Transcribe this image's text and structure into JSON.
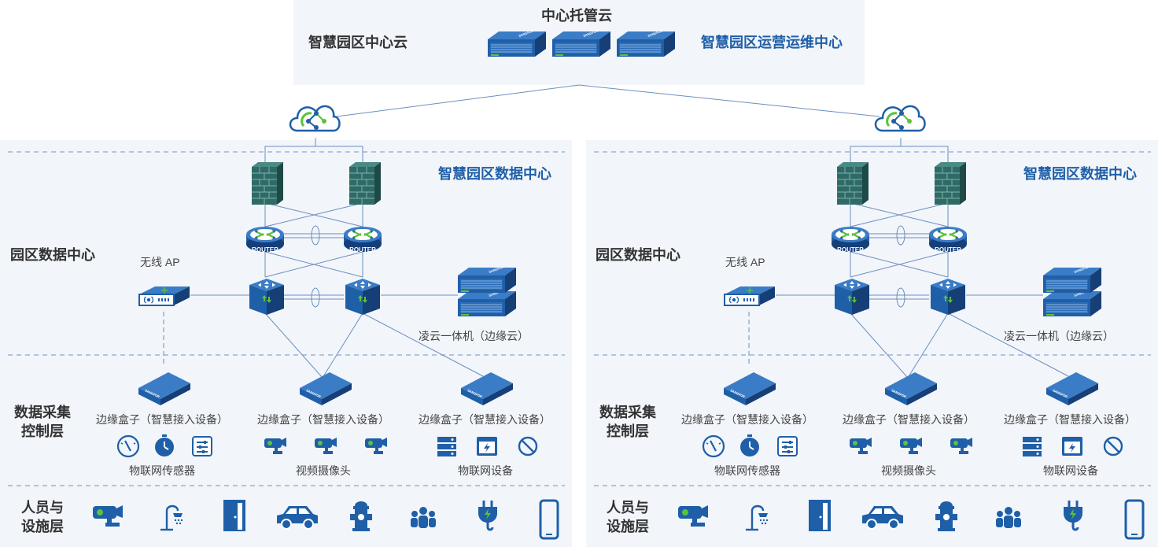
{
  "cloud": {
    "title": "中心托管云",
    "left_label": "智慧园区中心云",
    "right_label": "智慧园区运营运维中心"
  },
  "colors": {
    "panel_bg": "#f2f5fa",
    "dashed": "#9cb4d6",
    "device_blue": "#1f5fa8",
    "device_dark": "#163f78",
    "firewall_green": "#2f6a66",
    "accent_green": "#5cc23a",
    "line": "#6b8fbf"
  },
  "campus_left": {
    "dc_title": "智慧园区数据中心",
    "layer_dc": "园区数据中心",
    "ap_label": "无线 AP",
    "router_text": "ROUTER",
    "router_text_2": "ROUTER",
    "edge_cloud_label": "凌云一体机（边缘云）",
    "layer_collect_1": "数据采集",
    "layer_collect_2": "控制层",
    "box_label_1": "边缘盒子（智慧接入设备）",
    "box_label_2": "边缘盒子（智慧接入设备）",
    "box_label_3": "边缘盒子（智慧接入设备）",
    "group_label_1": "物联网传感器",
    "group_label_2": "视频摄像头",
    "group_label_3": "物联网设备",
    "layer_people_1": "人员与",
    "layer_people_2": "设施层"
  },
  "campus_right": {
    "dc_title": "智慧园区数据中心",
    "layer_dc": "园区数据中心",
    "ap_label": "无线 AP",
    "router_text": "ROUTER",
    "router_text_2": "ROUTER",
    "edge_cloud_label": "凌云一体机（边缘云）",
    "layer_collect_1": "数据采集",
    "layer_collect_2": "控制层",
    "box_label_1": "边缘盒子（智慧接入设备）",
    "box_label_2": "边缘盒子（智慧接入设备）",
    "box_label_3": "边缘盒子（智慧接入设备）",
    "group_label_1": "物联网传感器",
    "group_label_2": "视频摄像头",
    "group_label_3": "物联网设备",
    "layer_people_1": "人员与",
    "layer_people_2": "设施层"
  }
}
